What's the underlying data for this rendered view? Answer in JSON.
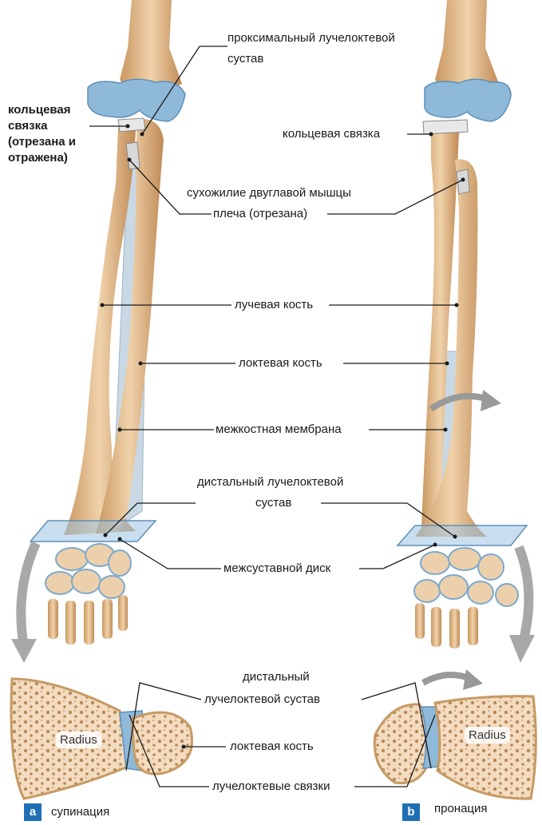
{
  "labels": {
    "proximal_joint_1": "проксимальный лучелоктевой",
    "proximal_joint_2": "сустав",
    "annular_left_1": "кольцевая",
    "annular_left_2": "связка",
    "annular_left_3": "(отрезана и",
    "annular_left_4": "отражена)",
    "annular_right": "кольцевая связка",
    "biceps_1": "сухожилие двуглавой мышцы",
    "biceps_2": "плеча (отрезана)",
    "radius_bone": "лучевая кость",
    "ulna_bone": "локтевая кость",
    "membrane": "межкостная мембрана",
    "distal_joint_1": "дистальный лучелоктевой",
    "distal_joint_2": "сустав",
    "disc": "межсуставной диск",
    "cs_distal_1": "дистальный",
    "cs_distal_2": "лучелоктевой сустав",
    "cs_ulna": "локтевая кость",
    "cs_ligaments": "лучелоктевые связки",
    "radius_left": "Radius",
    "radius_right": "Radius"
  },
  "panels": {
    "a_letter": "a",
    "a_caption": "супинация",
    "b_letter": "b",
    "b_caption": "пронация"
  },
  "colors": {
    "bone": "#e7c39a",
    "bone_dark": "#c9965f",
    "cartilage": "#8fb9d9",
    "membrane": "#c8d8e4",
    "arrow": "#9a9a9a",
    "accent_blue": "#1f6fb5"
  }
}
